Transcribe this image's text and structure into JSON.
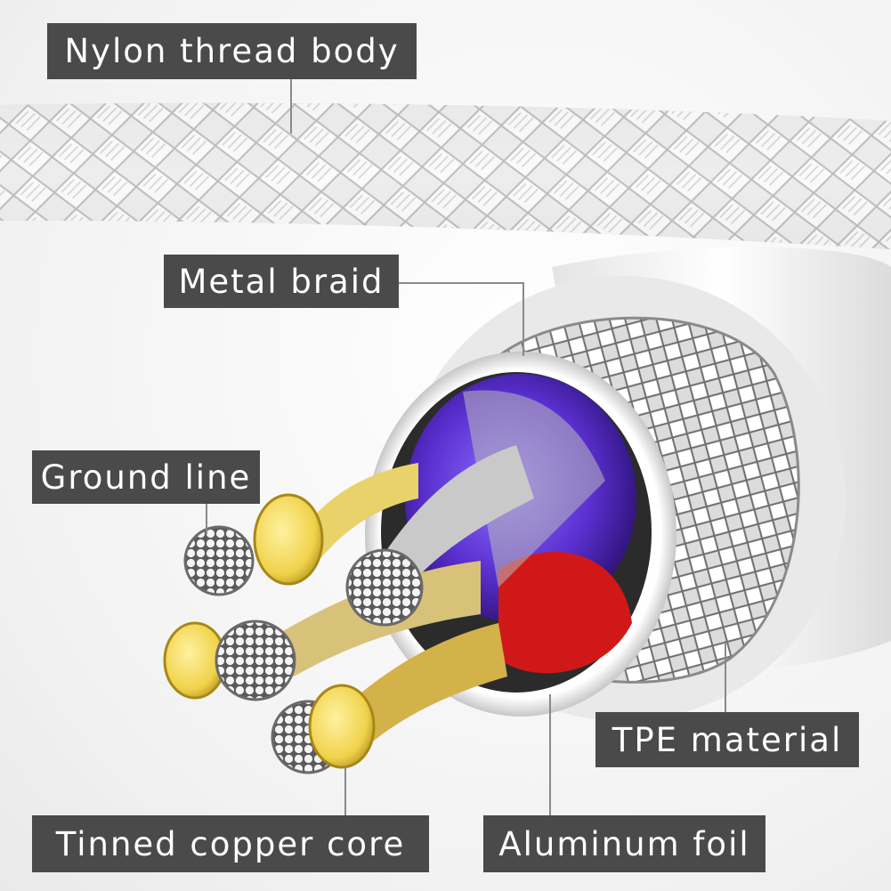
{
  "callouts": {
    "nylon": "Nylon thread body",
    "metal": "Metal braid",
    "ground": "Ground line",
    "tpe": "TPE material",
    "tinned": "Tinned copper core",
    "foil": "Aluminum foil"
  },
  "colors": {
    "label_background": "#4a4a4a",
    "label_text": "#ffffff",
    "leader_line": "#8a8a8a",
    "core_gold": "#f0d24a",
    "inner_insulation": "#5a2fd0",
    "red_insulation": "#d01818"
  }
}
